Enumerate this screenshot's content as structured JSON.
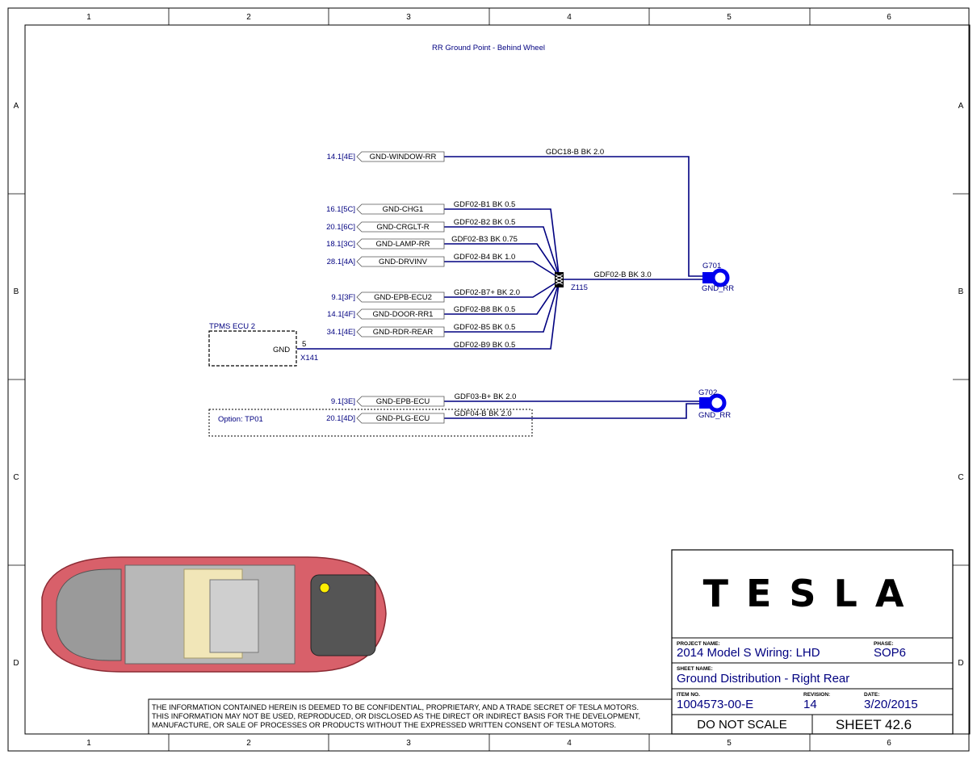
{
  "sheet_title": "RR Ground Point - Behind Wheel",
  "zones": {
    "columns": [
      "1",
      "2",
      "3",
      "4",
      "5",
      "6"
    ],
    "rows": [
      "A",
      "B",
      "C",
      "D"
    ]
  },
  "connectors": [
    {
      "ref": "14.1[4E]",
      "name": "GND-WINDOW-RR",
      "wire": "GDC18-B BK 2.0"
    },
    {
      "ref": "16.1[5C]",
      "name": "GND-CHG1",
      "wire": "GDF02-B1 BK 0.5"
    },
    {
      "ref": "20.1[6C]",
      "name": "GND-CRGLT-R",
      "wire": "GDF02-B2 BK 0.5"
    },
    {
      "ref": "18.1[3C]",
      "name": "GND-LAMP-RR",
      "wire": "GDF02-B3 BK 0.75"
    },
    {
      "ref": "28.1[4A]",
      "name": "GND-DRVINV",
      "wire": "GDF02-B4 BK 1.0"
    },
    {
      "ref": "9.1[3F]",
      "name": "GND-EPB-ECU2",
      "wire": "GDF02-B7+ BK 2.0"
    },
    {
      "ref": "14.1[4F]",
      "name": "GND-DOOR-RR1",
      "wire": "GDF02-B8 BK 0.5"
    },
    {
      "ref": "34.1[4E]",
      "name": "GND-RDR-REAR",
      "wire": "GDF02-B5 BK 0.5"
    },
    {
      "ref": "9.1[3E]",
      "name": "GND-EPB-ECU",
      "wire": "GDF03-B+ BK 2.0"
    },
    {
      "ref": "20.1[4D]",
      "name": "GND-PLG-ECU",
      "wire": "GDF04-B BK 2.0"
    }
  ],
  "tpms": {
    "title": "TPMS ECU 2",
    "pin_label": "GND",
    "pin": "5",
    "connector": "X141",
    "wire": "GDF02-B9 BK 0.5"
  },
  "splice": {
    "id": "Z115",
    "wire": "GDF02-B BK 3.0"
  },
  "grounds": [
    {
      "id": "G701",
      "name": "GND_RR"
    },
    {
      "id": "G702",
      "name": "GND_RR"
    }
  ],
  "option_label": "Option: TP01",
  "confidential": [
    "THE INFORMATION CONTAINED HEREIN IS DEEMED TO BE CONFIDENTIAL, PROPRIETARY, AND A TRADE SECRET OF TESLA MOTORS.",
    "THIS INFORMATION MAY NOT BE USED, REPRODUCED, OR DISCLOSED AS THE DIRECT OR INDIRECT BASIS FOR THE DEVELOPMENT,",
    "MANUFACTURE, OR SALE OF PROCESSES OR PRODUCTS WITHOUT THE EXPRESSED WRITTEN CONSENT OF TESLA MOTORS."
  ],
  "title_block": {
    "logo": "TESLA",
    "project_name_label": "PROJECT NAME:",
    "project_name": "2014 Model S Wiring: LHD",
    "phase_label": "PHASE:",
    "phase": "SOP6",
    "sheet_name_label": "SHEET NAME:",
    "sheet_name": "Ground Distribution - Right Rear",
    "item_no_label": "ITEM NO.",
    "item_no": "1004573-00-E",
    "revision_label": "REVISION:",
    "revision": "14",
    "date_label": "DATE:",
    "date": "3/20/2015",
    "scale_note": "DO NOT SCALE",
    "sheet_number": "SHEET 42.6"
  },
  "colors": {
    "wire": "#000080",
    "ground_symbol": "#0000ee",
    "ground_marker": "#ffee00",
    "car_body": "#d8606a"
  }
}
